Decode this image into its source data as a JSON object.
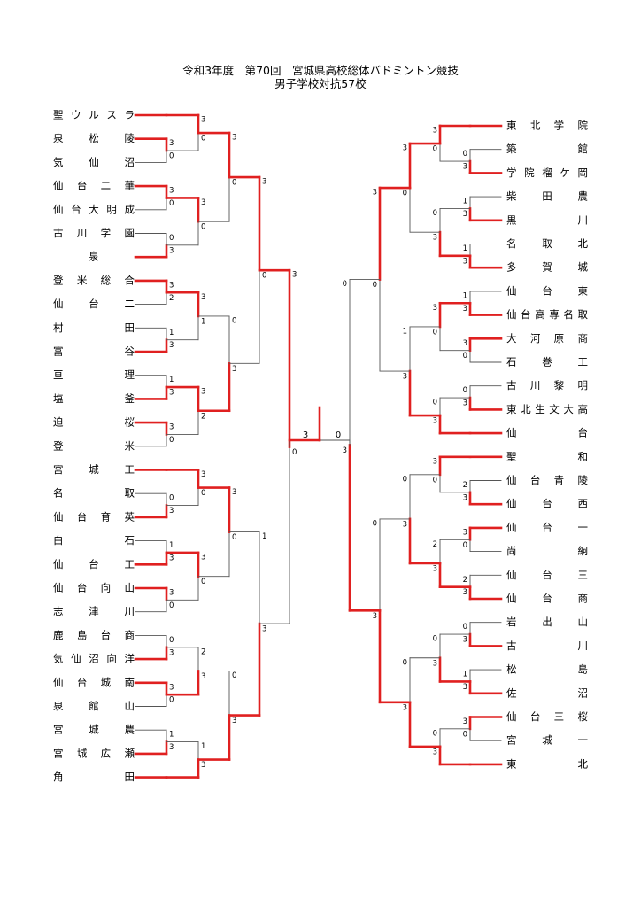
{
  "title": {
    "line1": "令和3年度　第70回　宮城県高校総体バドミントン競技",
    "line2": "男子学校対抗57校"
  },
  "colors": {
    "winner": "#e02020",
    "loser": "#555555"
  },
  "left_teams": [
    "聖ウルスラ",
    "泉松陵",
    "気仙沼",
    "仙台二華",
    "仙台大明成",
    "古川学園",
    "泉",
    "登米総合",
    "仙台二",
    "村田",
    "富谷",
    "亘理",
    "塩釜",
    "迫桜",
    "登米",
    "宮城工",
    "名取",
    "仙台育英",
    "白石",
    "仙台工",
    "仙台向山",
    "志津川",
    "鹿島台商",
    "気仙沼向洋",
    "仙台城南",
    "泉館山",
    "宮城農",
    "宮城広瀬",
    "角田"
  ],
  "right_teams": [
    "東北学院",
    "築館",
    "学院榴ケ岡",
    "柴田農",
    "黒川",
    "名取北",
    "多賀城",
    "仙台東",
    "仙台高専名取",
    "大河原商",
    "石巻工",
    "古川黎明",
    "東北生文大高",
    "仙台",
    "聖和",
    "仙台青陵",
    "仙台西",
    "仙台一",
    "尚絅",
    "仙台三",
    "仙台商",
    "岩出山",
    "古川",
    "松島",
    "佐沼",
    "仙台三桜",
    "宮城一",
    "東北"
  ],
  "final_scores": {
    "left": "3",
    "right": "0"
  },
  "left_matches": [
    {
      "round": 1,
      "a": {
        "team": 1
      },
      "b": {
        "team": 2
      },
      "sa": "3",
      "sb": "0",
      "win": "a"
    },
    {
      "round": 1,
      "a": {
        "team": 3
      },
      "b": {
        "team": 4
      },
      "sa": "3",
      "sb": "0",
      "win": "a"
    },
    {
      "round": 1,
      "a": {
        "team": 5
      },
      "b": {
        "team": 6
      },
      "sa": "0",
      "sb": "3",
      "win": "b"
    },
    {
      "round": 1,
      "a": {
        "team": 7
      },
      "b": {
        "team": 8
      },
      "sa": "3",
      "sb": "2",
      "win": "a"
    },
    {
      "round": 1,
      "a": {
        "team": 9
      },
      "b": {
        "team": 10
      },
      "sa": "1",
      "sb": "3",
      "win": "b"
    },
    {
      "round": 1,
      "a": {
        "team": 11
      },
      "b": {
        "team": 12
      },
      "sa": "1",
      "sb": "3",
      "win": "b"
    },
    {
      "round": 1,
      "a": {
        "team": 13
      },
      "b": {
        "team": 14
      },
      "sa": "3",
      "sb": "0",
      "win": "a"
    },
    {
      "round": 1,
      "a": {
        "team": 16
      },
      "b": {
        "team": 17
      },
      "sa": "0",
      "sb": "3",
      "win": "b"
    },
    {
      "round": 1,
      "a": {
        "team": 18
      },
      "b": {
        "team": 19
      },
      "sa": "1",
      "sb": "3",
      "win": "b"
    },
    {
      "round": 1,
      "a": {
        "team": 20
      },
      "b": {
        "team": 21
      },
      "sa": "3",
      "sb": "0",
      "win": "a"
    },
    {
      "round": 1,
      "a": {
        "team": 22
      },
      "b": {
        "team": 23
      },
      "sa": "0",
      "sb": "3",
      "win": "b"
    },
    {
      "round": 1,
      "a": {
        "team": 24
      },
      "b": {
        "team": 25
      },
      "sa": "3",
      "sb": "0",
      "win": "a"
    },
    {
      "round": 1,
      "a": {
        "team": 26
      },
      "b": {
        "team": 27
      },
      "sa": "1",
      "sb": "3",
      "win": "b"
    },
    {
      "round": 2,
      "a": {
        "team": 0
      },
      "b": {
        "m": 0
      },
      "sa": "3",
      "sb": "0",
      "win": "a"
    },
    {
      "round": 2,
      "a": {
        "m": 1
      },
      "b": {
        "m": 2
      },
      "sa": "3",
      "sb": "0",
      "win": "a"
    },
    {
      "round": 2,
      "a": {
        "m": 3
      },
      "b": {
        "m": 4
      },
      "sa": "3",
      "sb": "1",
      "win": "a"
    },
    {
      "round": 2,
      "a": {
        "m": 5
      },
      "b": {
        "m": 6
      },
      "sa": "3",
      "sb": "2",
      "win": "a"
    },
    {
      "round": 2,
      "a": {
        "team": 15
      },
      "b": {
        "m": 7
      },
      "sa": "3",
      "sb": "0",
      "win": "a"
    },
    {
      "round": 2,
      "a": {
        "m": 8
      },
      "b": {
        "m": 9
      },
      "sa": "3",
      "sb": "0",
      "win": "a"
    },
    {
      "round": 2,
      "a": {
        "m": 10
      },
      "b": {
        "m": 11
      },
      "sa": "2",
      "sb": "3",
      "win": "b"
    },
    {
      "round": 2,
      "a": {
        "m": 12
      },
      "b": {
        "team": 28
      },
      "sa": "1",
      "sb": "3",
      "win": "b"
    },
    {
      "round": 3,
      "a": {
        "m": 13
      },
      "b": {
        "m": 14
      },
      "sa": "3",
      "sb": "0",
      "win": "a"
    },
    {
      "round": 3,
      "a": {
        "m": 15
      },
      "b": {
        "m": 16
      },
      "sa": "0",
      "sb": "3",
      "win": "b"
    },
    {
      "round": 3,
      "a": {
        "m": 17
      },
      "b": {
        "m": 18
      },
      "sa": "3",
      "sb": "0",
      "win": "a"
    },
    {
      "round": 3,
      "a": {
        "m": 19
      },
      "b": {
        "m": 20
      },
      "sa": "0",
      "sb": "3",
      "win": "b"
    },
    {
      "round": 4,
      "a": {
        "m": 21
      },
      "b": {
        "m": 22
      },
      "sa": "3",
      "sb": "0",
      "win": "a"
    },
    {
      "round": 4,
      "a": {
        "m": 23
      },
      "b": {
        "m": 24
      },
      "sa": "1",
      "sb": "3",
      "win": "b"
    },
    {
      "round": 5,
      "a": {
        "m": 25
      },
      "b": {
        "m": 26
      },
      "sa": "3",
      "sb": "0",
      "win": "a"
    }
  ],
  "right_matches": [
    {
      "round": 1,
      "a": {
        "team": 1
      },
      "b": {
        "team": 2
      },
      "sa": "0",
      "sb": "3",
      "win": "b"
    },
    {
      "round": 1,
      "a": {
        "team": 3
      },
      "b": {
        "team": 4
      },
      "sa": "1",
      "sb": "3",
      "win": "b"
    },
    {
      "round": 1,
      "a": {
        "team": 5
      },
      "b": {
        "team": 6
      },
      "sa": "1",
      "sb": "3",
      "win": "b"
    },
    {
      "round": 1,
      "a": {
        "team": 7
      },
      "b": {
        "team": 8
      },
      "sa": "1",
      "sb": "3",
      "win": "b"
    },
    {
      "round": 1,
      "a": {
        "team": 9
      },
      "b": {
        "team": 10
      },
      "sa": "3",
      "sb": "0",
      "win": "a"
    },
    {
      "round": 1,
      "a": {
        "team": 11
      },
      "b": {
        "team": 12
      },
      "sa": "0",
      "sb": "3",
      "win": "b"
    },
    {
      "round": 1,
      "a": {
        "team": 15
      },
      "b": {
        "team": 16
      },
      "sa": "2",
      "sb": "3",
      "win": "b"
    },
    {
      "round": 1,
      "a": {
        "team": 17
      },
      "b": {
        "team": 18
      },
      "sa": "3",
      "sb": "0",
      "win": "a"
    },
    {
      "round": 1,
      "a": {
        "team": 19
      },
      "b": {
        "team": 20
      },
      "sa": "2",
      "sb": "3",
      "win": "b"
    },
    {
      "round": 1,
      "a": {
        "team": 21
      },
      "b": {
        "team": 22
      },
      "sa": "0",
      "sb": "3",
      "win": "b"
    },
    {
      "round": 1,
      "a": {
        "team": 23
      },
      "b": {
        "team": 24
      },
      "sa": "1",
      "sb": "3",
      "win": "b"
    },
    {
      "round": 1,
      "a": {
        "team": 25
      },
      "b": {
        "team": 26
      },
      "sa": "3",
      "sb": "0",
      "win": "a"
    },
    {
      "round": 2,
      "a": {
        "team": 0
      },
      "b": {
        "m": 0
      },
      "sa": "3",
      "sb": "0",
      "win": "a"
    },
    {
      "round": 2,
      "a": {
        "m": 1
      },
      "b": {
        "m": 2
      },
      "sa": "0",
      "sb": "3",
      "win": "b"
    },
    {
      "round": 2,
      "a": {
        "m": 3
      },
      "b": {
        "m": 4
      },
      "sa": "3",
      "sb": "0",
      "win": "a"
    },
    {
      "round": 2,
      "a": {
        "m": 5
      },
      "b": {
        "team": 13
      },
      "sa": "0",
      "sb": "3",
      "win": "b"
    },
    {
      "round": 2,
      "a": {
        "team": 14
      },
      "b": {
        "m": 6
      },
      "sa": "3",
      "sb": "0",
      "win": "a"
    },
    {
      "round": 2,
      "a": {
        "m": 7
      },
      "b": {
        "m": 8
      },
      "sa": "2",
      "sb": "3",
      "win": "b"
    },
    {
      "round": 2,
      "a": {
        "m": 9
      },
      "b": {
        "m": 10
      },
      "sa": "0",
      "sb": "3",
      "win": "b"
    },
    {
      "round": 2,
      "a": {
        "m": 11
      },
      "b": {
        "team": 27
      },
      "sa": "0",
      "sb": "3",
      "win": "b"
    },
    {
      "round": 3,
      "a": {
        "m": 12
      },
      "b": {
        "m": 13
      },
      "sa": "3",
      "sb": "0",
      "win": "a"
    },
    {
      "round": 3,
      "a": {
        "m": 14
      },
      "b": {
        "m": 15
      },
      "sa": "1",
      "sb": "3",
      "win": "b"
    },
    {
      "round": 3,
      "a": {
        "m": 16
      },
      "b": {
        "m": 17
      },
      "sa": "0",
      "sb": "3",
      "win": "b"
    },
    {
      "round": 3,
      "a": {
        "m": 18
      },
      "b": {
        "m": 19
      },
      "sa": "0",
      "sb": "3",
      "win": "b"
    },
    {
      "round": 4,
      "a": {
        "m": 20
      },
      "b": {
        "m": 21
      },
      "sa": "3",
      "sb": "0",
      "win": "a"
    },
    {
      "round": 4,
      "a": {
        "m": 22
      },
      "b": {
        "m": 23
      },
      "sa": "0",
      "sb": "3",
      "win": "b"
    },
    {
      "round": 5,
      "a": {
        "m": 24
      },
      "b": {
        "m": 25
      },
      "sa": "0",
      "sb": "3",
      "win": "b"
    }
  ]
}
